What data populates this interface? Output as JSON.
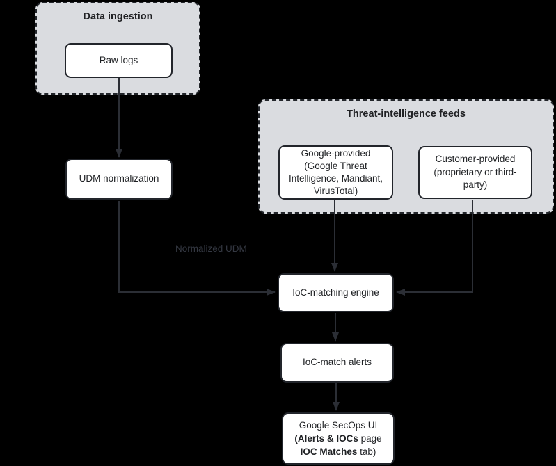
{
  "groups": {
    "data_ingestion": {
      "title": "Data ingestion"
    },
    "threat_feeds": {
      "title": "Threat-intelligence feeds"
    }
  },
  "nodes": {
    "raw_logs": {
      "label": "Raw logs"
    },
    "udm_normalization": {
      "label": "UDM normalization"
    },
    "google_provided": {
      "lines": [
        "Google-provided",
        "(Google Threat",
        "Intelligence, Mandiant,",
        "VirusTotal)"
      ]
    },
    "customer_provided": {
      "lines": [
        "Customer-provided",
        "(proprietary or third-",
        "party)"
      ]
    },
    "ioc_engine": {
      "label": "IoC-matching engine"
    },
    "ioc_alerts": {
      "label": "IoC-match alerts"
    },
    "secops_ui": {
      "line1": "Google SecOps UI",
      "line2_bold": "(Alerts & IOCs",
      "line2_rest": "page",
      "line3_bold": "IOC Matches",
      "line3_rest": "tab)"
    }
  },
  "edge_labels": {
    "normalized_udm": "Normalized UDM"
  },
  "colors": {
    "background": "#000000",
    "group_fill": "#dadce0",
    "group_border": "#212429",
    "node_fill": "#ffffff",
    "node_border": "#22252b",
    "text": "#1f2124",
    "arrow": "#2b2e35",
    "muted_edge_label": "#343842"
  }
}
